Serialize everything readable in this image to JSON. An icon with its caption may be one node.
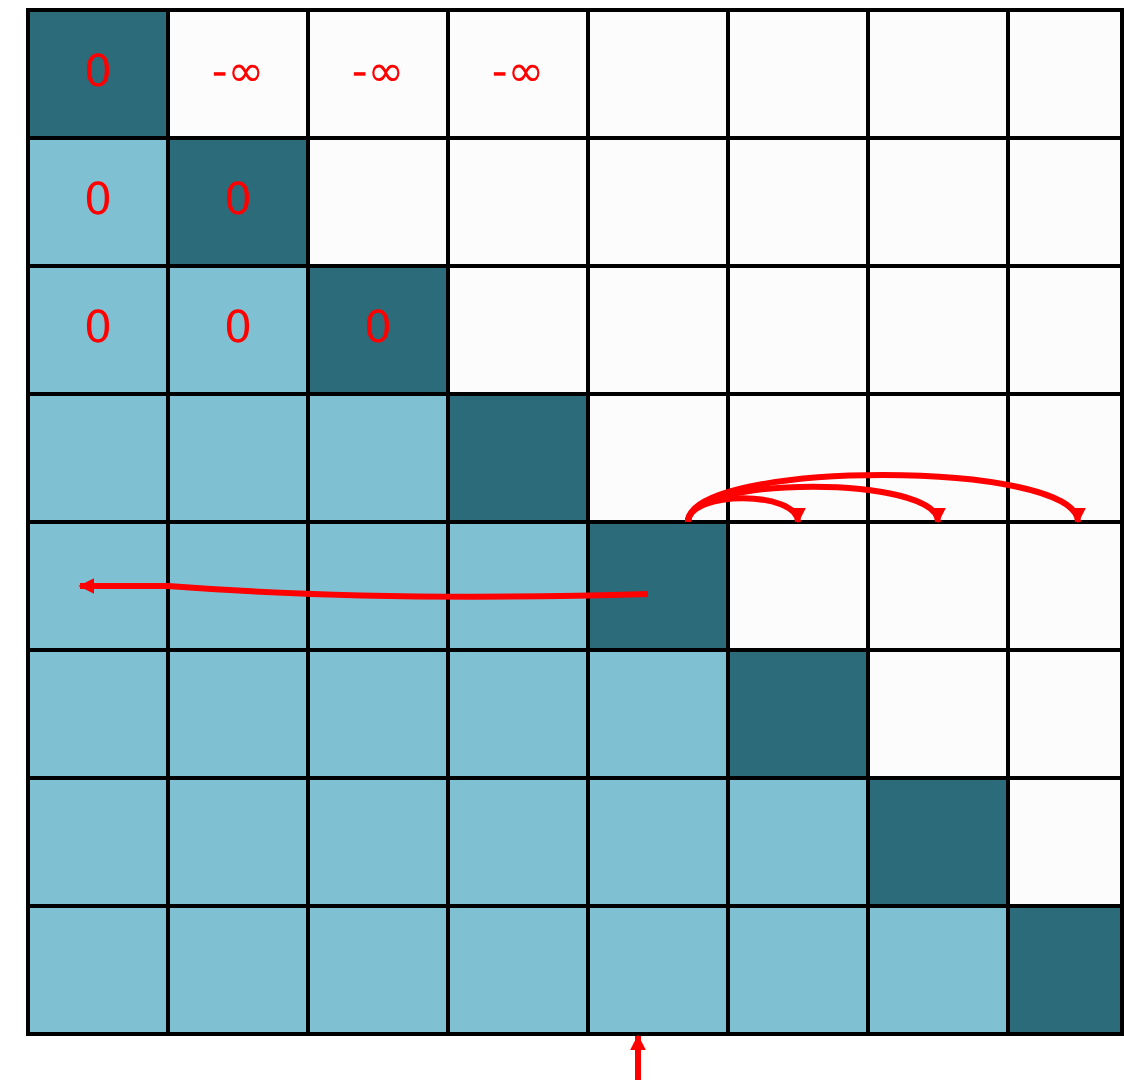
{
  "diagram": {
    "nodes": [
      {
        "text": [
          "0"
        ]
      },
      {
        "text": [
          "-∞"
        ]
      },
      {
        "text": [
          "-∞"
        ]
      },
      {
        "text": [
          "-∞"
        ]
      },
      {
        "text": [
          "0"
        ]
      },
      {
        "text": [
          "0"
        ]
      },
      {
        "text": [
          "0"
        ]
      },
      {
        "text": [
          "0"
        ]
      },
      {
        "text": [
          "0"
        ]
      },
      {
        "text": [],
        "shape": "box"
      },
      {
        "text": [],
        "shape": "box"
      },
      {
        "text": [],
        "shape": "box"
      },
      {
        "text": [],
        "shape": "box"
      },
      {
        "text": [],
        "shape": "box"
      },
      {
        "text": [],
        "shape": "box"
      }
    ],
    "edges": [
      {
        "from": 10,
        "to": 9,
        "arrow": "to"
      },
      {
        "from": 10,
        "to": 11,
        "arrow": "to"
      },
      {
        "from": 10,
        "to": 12,
        "arrow": "to"
      },
      {
        "from": 10,
        "to": 13,
        "arrow": "to"
      },
      {
        "from": null,
        "to": 14,
        "arrow": "to"
      }
    ]
  }
}
